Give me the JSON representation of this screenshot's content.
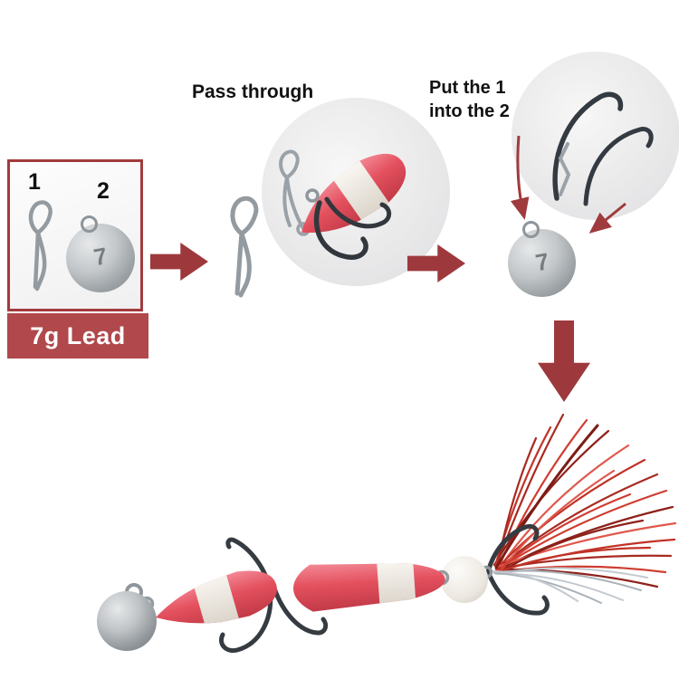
{
  "image": {
    "description": "Fishing lure assembly instruction graphic",
    "background": "#ffffff"
  },
  "colors": {
    "accent_red": "#a23b3e",
    "banner_red": "#b0484c",
    "arrow_red": "#9d393c",
    "foam_red": "#e4505e",
    "foam_white": "#f5f2ec",
    "hook_metal": "#353b41",
    "wire_silver": "#939ba0",
    "lead_silver": "#b4b9bc",
    "tinsel_red": "#c0392b"
  },
  "kit_box": {
    "item_1_label": "1",
    "item_2_label": "2",
    "lead_marking": "7",
    "banner_text": "7g Lead"
  },
  "steps": {
    "step_1_title": "Pass through",
    "step_2_title_line_1": "Put the 1",
    "step_2_title_line_2": "into the 2",
    "step_2_lead_marking": "7"
  }
}
